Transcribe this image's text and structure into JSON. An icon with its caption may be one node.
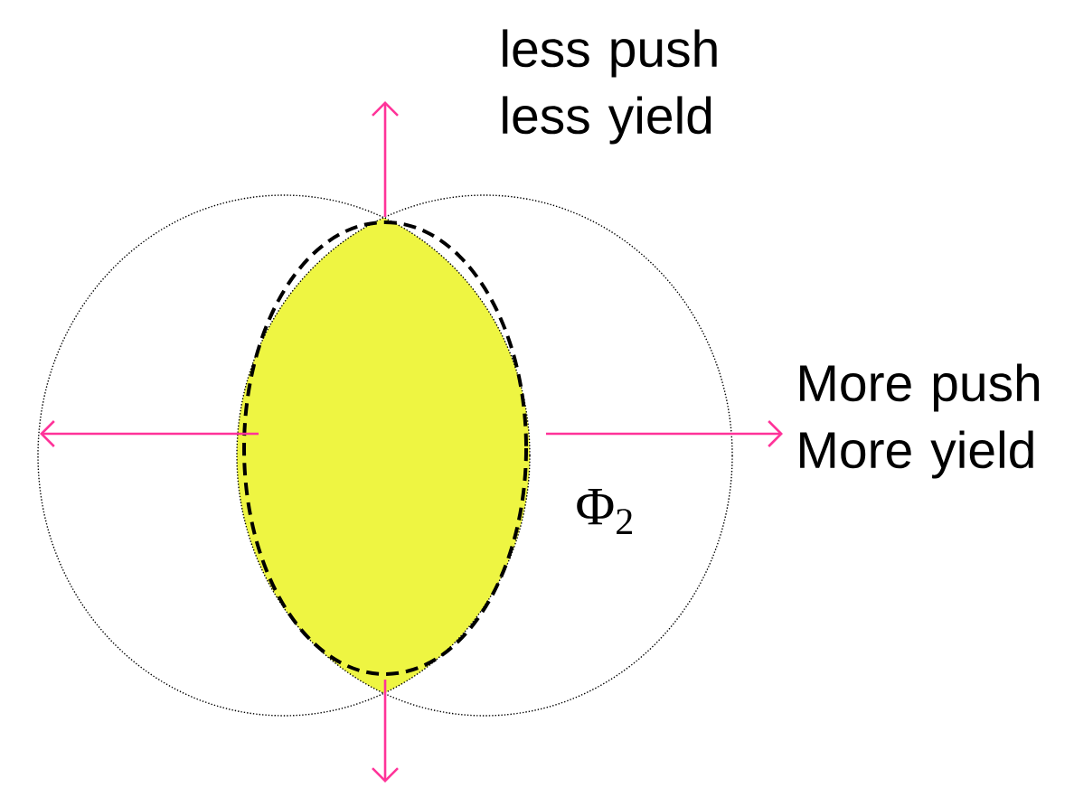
{
  "diagram": {
    "labels": [
      "less push less yield",
      "More push More yield",
      "Φ$_{2}$"
    ]
  }
}
